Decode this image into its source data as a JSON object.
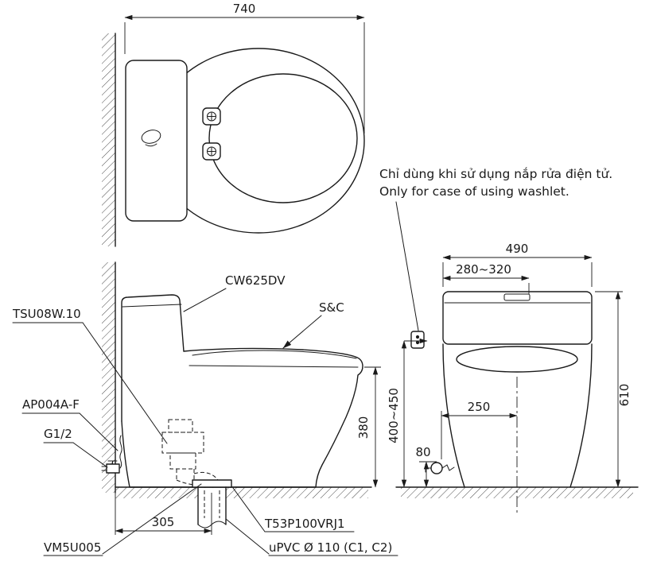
{
  "title": "Toilet installation technical drawing",
  "colors": {
    "line": "#1a1a1a",
    "background": "#ffffff"
  },
  "note": {
    "vi": "Chỉ dùng khi sử dụng nắp rửa điện tử.",
    "en": "Only for case of using washlet."
  },
  "top_view": {
    "dim_depth": "740"
  },
  "side_view": {
    "labels": {
      "model": "CW625DV",
      "seat_cover": "S&C",
      "flush_unit": "TSU08W.10",
      "supply_hose": "AP004A-F",
      "valve_thread": "G1/2",
      "gasket": "VM5U005",
      "outlet_joint": "T53P100VRJ1",
      "drain_pipe": "uPVC Ø 110 (C1, C2)"
    },
    "dims": {
      "rough_in": "305",
      "rim_height": "380"
    }
  },
  "front_view": {
    "dims": {
      "overall_width": "490",
      "supply_range": "280~320",
      "overall_height": "610",
      "washlet_height": "400~450",
      "valve_offset": "250",
      "valve_height": "80"
    }
  }
}
